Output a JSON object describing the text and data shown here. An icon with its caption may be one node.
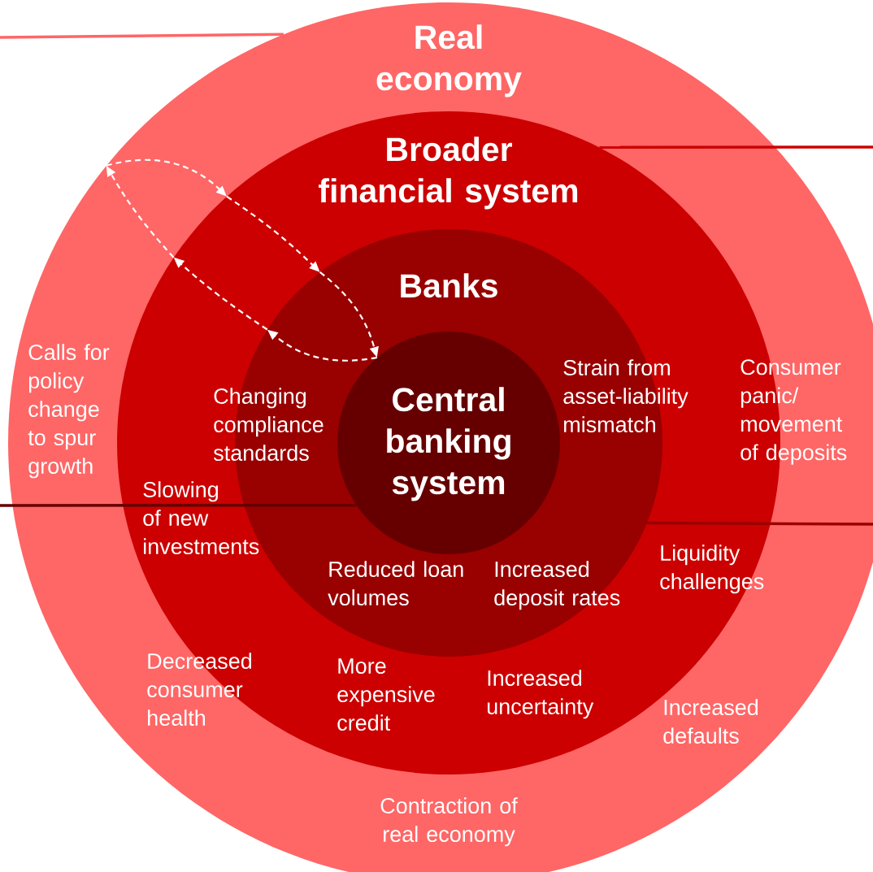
{
  "diagram": {
    "nodes": [
      {
        "text": [
          "Real economy"
        ]
      },
      {
        "text": [
          "Broader financial system"
        ],
        "in": 0
      },
      {
        "text": [
          "Banks"
        ],
        "in": 1
      },
      {
        "text": [
          "Central banking system"
        ],
        "in": 2
      }
    ],
    "edges": [
      {
        "from": 0,
        "to": 1,
        "arrow": "to",
        "style": "dashed",
        "color": "#ffffff"
      },
      {
        "from": 1,
        "to": 2,
        "arrow": "to",
        "style": "dashed",
        "color": "#ffffff"
      },
      {
        "from": 2,
        "to": 3,
        "arrow": "to",
        "style": "dashed",
        "color": "#ffffff"
      },
      {
        "from": 3,
        "to": 2,
        "arrow": "to",
        "style": "dashed",
        "color": "#ffffff"
      },
      {
        "from": 2,
        "to": 1,
        "arrow": "to",
        "style": "dashed",
        "color": "#ffffff"
      },
      {
        "from": 1,
        "to": 0,
        "arrow": "to",
        "style": "dashed",
        "color": "#ffffff"
      },
      {
        "from": null,
        "to": 0,
        "arrow": "none",
        "color": "#ff6666"
      },
      {
        "from": null,
        "to": 1,
        "arrow": "none",
        "color": "#cc0000"
      },
      {
        "from": null,
        "to": 3,
        "arrow": "none",
        "color": "#660000"
      },
      {
        "from": null,
        "to": 2,
        "arrow": "none",
        "color": "#990000"
      }
    ],
    "labels": [
      "Calls for policy change to spur growth",
      "Changing compliance standards",
      "Strain from asset-liability mismatch",
      "Consumer panic/ movement of deposits",
      "Slowing of new investments",
      "Reduced loan volumes",
      "Increased deposit rates",
      "Liquidity challenges",
      "Decreased consumer health",
      "More expensive credit",
      "Increased uncertainty",
      "Increased defaults",
      "Contraction of real economy"
    ]
  }
}
